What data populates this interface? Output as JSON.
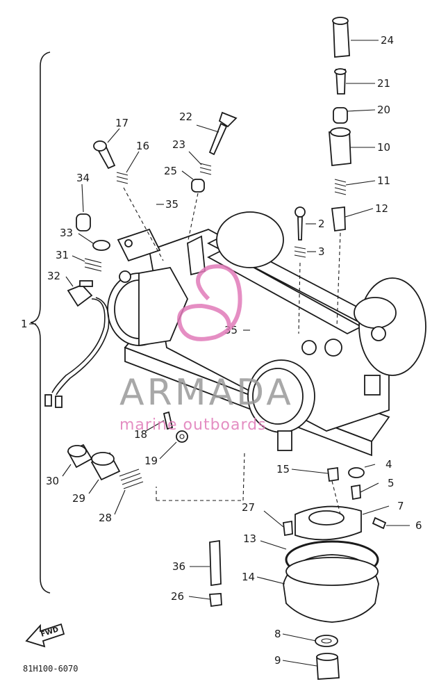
{
  "callouts": {
    "c24": "24",
    "c21": "21",
    "c20": "20",
    "c10": "10",
    "c11": "11",
    "c12": "12",
    "c17": "17",
    "c16": "16",
    "c22": "22",
    "c23": "23",
    "c25": "25",
    "c35a": "35",
    "c34": "34",
    "c33": "33",
    "c31": "31",
    "c32": "32",
    "c2": "2",
    "c3": "3",
    "c35b": "35",
    "c1": "1",
    "c18": "18",
    "c19": "19",
    "c15": "15",
    "c4": "4",
    "c5": "5",
    "c7": "7",
    "c6": "6",
    "c27": "27",
    "c13": "13",
    "c14": "14",
    "c30": "30",
    "c29": "29",
    "c28": "28",
    "c36": "36",
    "c26": "26",
    "c8": "8",
    "c9": "9"
  },
  "watermark": {
    "brand": "ARMADA",
    "tagline": "marine outboards"
  },
  "fwd_label": "FWD",
  "drawing_number": "81H100-6070"
}
